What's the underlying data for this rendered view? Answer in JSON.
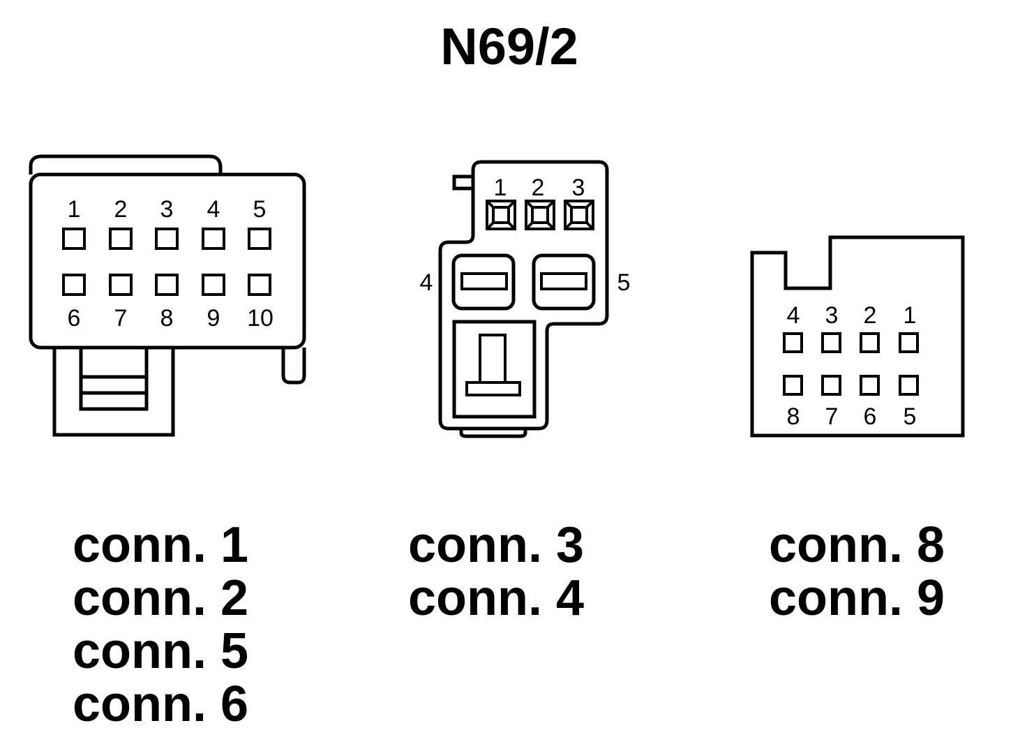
{
  "title": "N69/2",
  "connectors": {
    "left": {
      "top_pins": [
        "1",
        "2",
        "3",
        "4",
        "5"
      ],
      "bottom_pins": [
        "6",
        "7",
        "8",
        "9",
        "10"
      ],
      "labels": [
        "conn. 1",
        "conn. 2",
        "conn. 5",
        "conn. 6"
      ]
    },
    "middle": {
      "top_pins": [
        "1",
        "2",
        "3"
      ],
      "side_pins": [
        "4",
        "5"
      ],
      "labels": [
        "conn. 3",
        "conn. 4"
      ]
    },
    "right": {
      "top_pins": [
        "4",
        "3",
        "2",
        "1"
      ],
      "bottom_pins": [
        "8",
        "7",
        "6",
        "5"
      ],
      "labels": [
        "conn. 8",
        "conn. 9"
      ]
    }
  }
}
